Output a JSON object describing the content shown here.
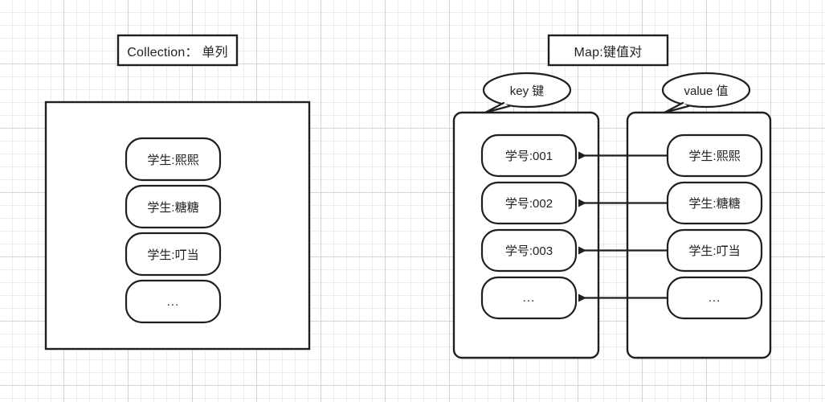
{
  "diagram": {
    "title_boxes": [
      {
        "id": "collection-title",
        "label": "Collection： 单列"
      },
      {
        "id": "map-title",
        "label": "Map:键值对"
      }
    ],
    "callouts": [
      {
        "id": "key-callout",
        "label": "key 键"
      },
      {
        "id": "value-callout",
        "label": "value 值"
      }
    ],
    "collection_container": {
      "name": "collection-container",
      "items": [
        {
          "label": "学生:熙熙"
        },
        {
          "label": "学生:糖糖"
        },
        {
          "label": "学生:叮当"
        },
        {
          "label": "..."
        }
      ]
    },
    "key_container": {
      "name": "key-container",
      "items": [
        {
          "label": "学号:001"
        },
        {
          "label": "学号:002"
        },
        {
          "label": "学号:003"
        },
        {
          "label": "..."
        }
      ]
    },
    "value_container": {
      "name": "value-container",
      "items": [
        {
          "label": "学生:熙熙"
        },
        {
          "label": "学生:糖糖"
        },
        {
          "label": "学生:叮当"
        },
        {
          "label": "..."
        }
      ]
    },
    "mappings": [
      {
        "from": "学生:熙熙",
        "to": "学号:001",
        "direction": "left"
      },
      {
        "from": "学生:糖糖",
        "to": "学号:002",
        "direction": "left"
      },
      {
        "from": "学生:叮当",
        "to": "学号:003",
        "direction": "left"
      },
      {
        "from": "...",
        "to": "...",
        "direction": "left"
      }
    ],
    "colors": {
      "stroke": "#1f1f1f",
      "fill": "#ffffff",
      "text": "#222222",
      "grid_minor": "#bec6cd",
      "grid_major": "#bac3cc",
      "background": "#ffffff"
    }
  }
}
